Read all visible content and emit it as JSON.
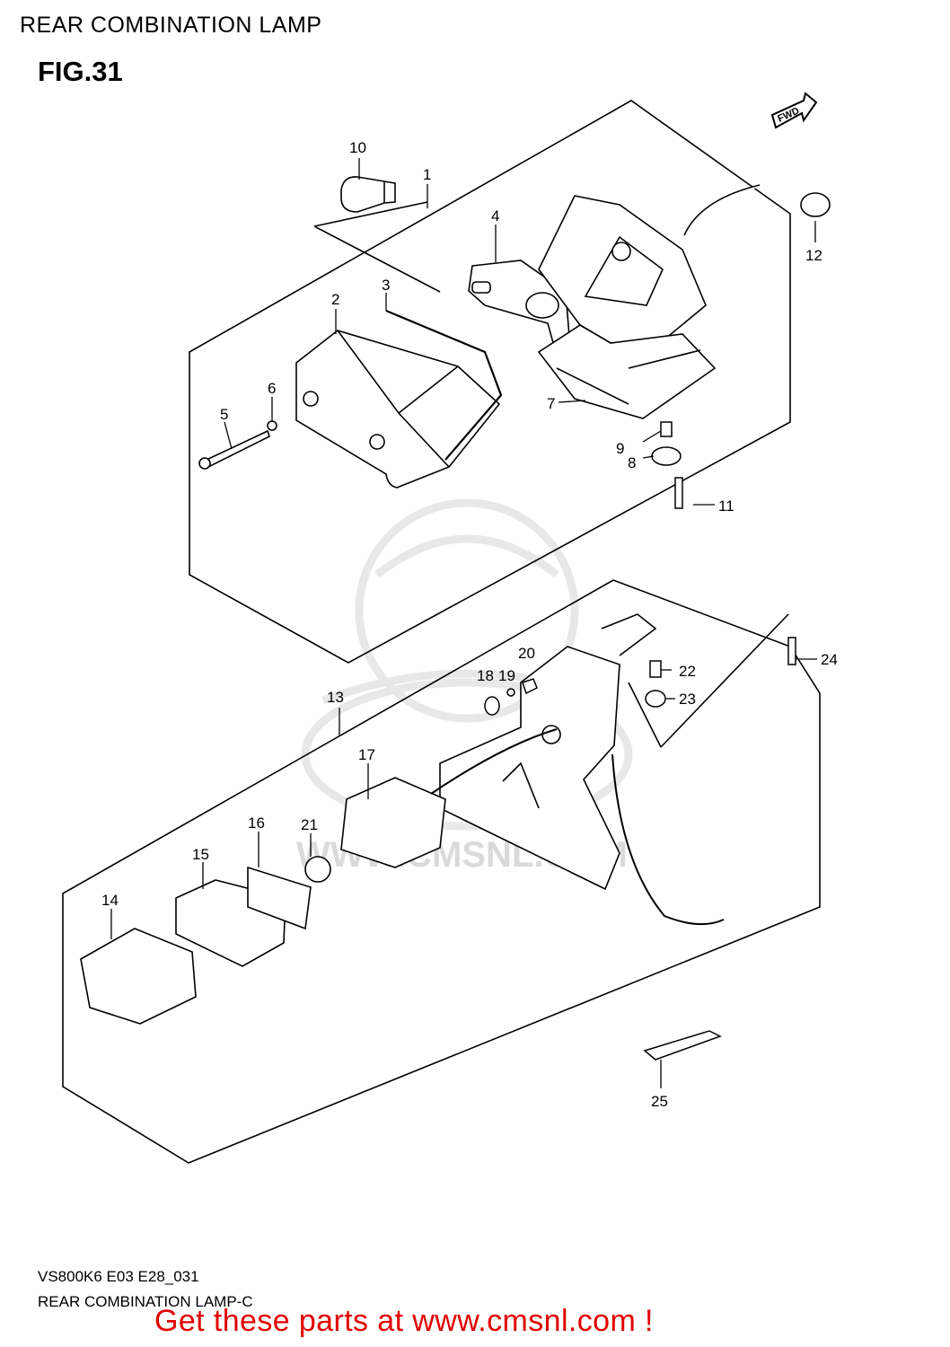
{
  "header": {
    "title": "REAR COMBINATION LAMP",
    "figure": "FIG.31"
  },
  "direction_badge": "FWD",
  "watermark": "WWW.CMSNL.COM",
  "callouts": {
    "c1": "1",
    "c2": "2",
    "c3": "3",
    "c4": "4",
    "c5": "5",
    "c6": "6",
    "c7": "7",
    "c8": "8",
    "c9": "9",
    "c10": "10",
    "c11": "11",
    "c12": "12",
    "c13": "13",
    "c14": "14",
    "c15": "15",
    "c16": "16",
    "c17": "17",
    "c18": "18",
    "c19": "19",
    "c20": "20",
    "c21": "21",
    "c22": "22",
    "c23": "23",
    "c24": "24",
    "c25": "25"
  },
  "footer": {
    "model_code": "VS800K6 E03 E28_031",
    "caption": "REAR COMBINATION LAMP-C",
    "cta": "Get these parts at www.cmsnl.com !"
  }
}
